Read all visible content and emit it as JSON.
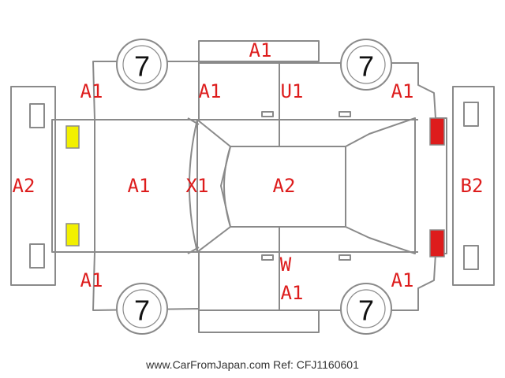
{
  "colors": {
    "outline": "#8a8a8a",
    "code_text": "#dd1c1c",
    "light_yellow": "#f2f000",
    "light_red": "#dd1c1c",
    "tire_number": "#111111"
  },
  "tires": {
    "front_left": "7",
    "front_right": "7",
    "rear_left": "7",
    "rear_right": "7"
  },
  "codes": {
    "left_panel": "A2",
    "front_left_corner": "A1",
    "front_left_door": "A1",
    "roof_top_edge": "A1",
    "rear_left_door": "U1",
    "rear_left_corner": "A1",
    "hood": "A1",
    "windshield": "X1",
    "roof": "A2",
    "right_panel": "B2",
    "front_right_corner": "A1",
    "right_door_w": "W",
    "right_door_a": "A1",
    "rear_right_corner": "A1"
  },
  "footer": {
    "watermark": "www.CarFromJapan.com Ref: CFJ1160601"
  }
}
